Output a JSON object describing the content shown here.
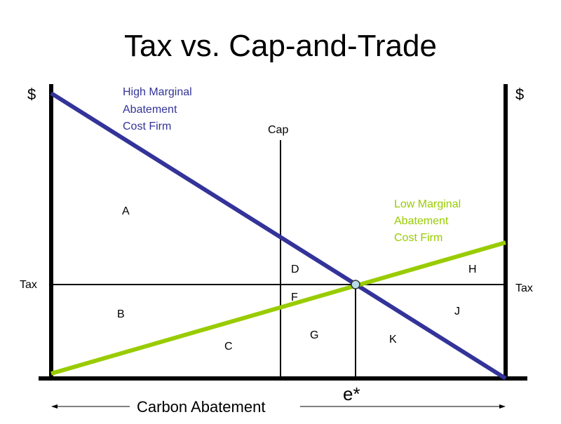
{
  "title": "Tax vs. Cap-and-Trade",
  "axis": {
    "left_unit": "$",
    "right_unit": "$",
    "left_tax_label": "Tax",
    "right_tax_label": "Tax",
    "x_label": "Carbon Abatement",
    "equilibrium_label": "e*"
  },
  "cap": {
    "label": "Cap"
  },
  "curves": {
    "high": {
      "lines": [
        "High Marginal",
        "Abatement",
        "Cost Firm"
      ],
      "color": "#333399"
    },
    "low": {
      "lines": [
        "Low Marginal",
        "Abatement",
        "Cost Firm"
      ],
      "color": "#99cc00"
    }
  },
  "regions": [
    "A",
    "B",
    "C",
    "D",
    "F",
    "G",
    "H",
    "J",
    "K"
  ],
  "colors": {
    "axis": "#000000",
    "intersection_fill": "#b7dce8"
  }
}
